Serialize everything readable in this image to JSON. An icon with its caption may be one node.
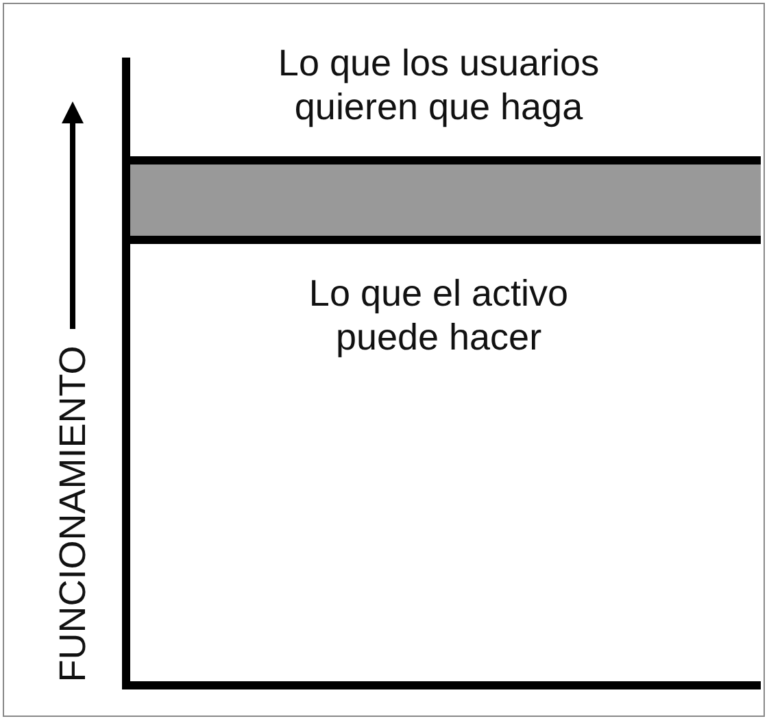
{
  "diagram": {
    "nodes": [
      {
        "text": [],
        "shape": "bar"
      }
    ],
    "labels": [
      "Lo que los usuarios quieren que haga",
      "Lo que el activo puede hacer",
      "FUNCIONAMIENTO"
    ]
  }
}
